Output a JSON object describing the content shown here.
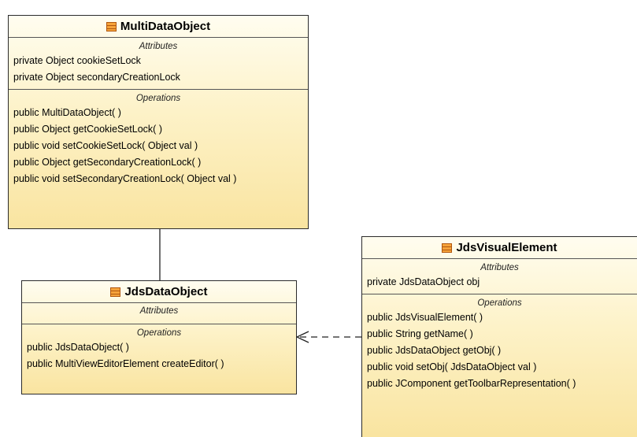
{
  "classes": {
    "multi": {
      "name": "MultiDataObject",
      "attributes_title": "Attributes",
      "attributes": [
        "private Object cookieSetLock",
        "private Object secondaryCreationLock"
      ],
      "operations_title": "Operations",
      "operations": [
        "public MultiDataObject( )",
        "public Object  getCookieSetLock( )",
        "public void  setCookieSetLock( Object val )",
        "public Object  getSecondaryCreationLock( )",
        "public void  setSecondaryCreationLock( Object val )"
      ]
    },
    "jdsdata": {
      "name": "JdsDataObject",
      "attributes_title": "Attributes",
      "attributes": [],
      "operations_title": "Operations",
      "operations": [
        "public JdsDataObject( )",
        "public MultiViewEditorElement  createEditor( )"
      ]
    },
    "visual": {
      "name": "JdsVisualElement",
      "attributes_title": "Attributes",
      "attributes": [
        "private JdsDataObject obj"
      ],
      "operations_title": "Operations",
      "operations": [
        "public JdsVisualElement( )",
        "public String  getName( )",
        "public JdsDataObject  getObj( )",
        "public void  setObj( JdsDataObject val )",
        "public JComponent  getToolbarRepresentation( )"
      ]
    }
  },
  "relations": [
    {
      "from": "JdsDataObject",
      "to": "MultiDataObject",
      "kind": "generalization"
    },
    {
      "from": "JdsVisualElement",
      "to": "JdsDataObject",
      "kind": "dependency"
    }
  ],
  "colors": {
    "fill_top": "#fffdf0",
    "fill_bottom": "#f9e4a0",
    "border": "#2b2b2b",
    "icon": "#f6a33a"
  }
}
